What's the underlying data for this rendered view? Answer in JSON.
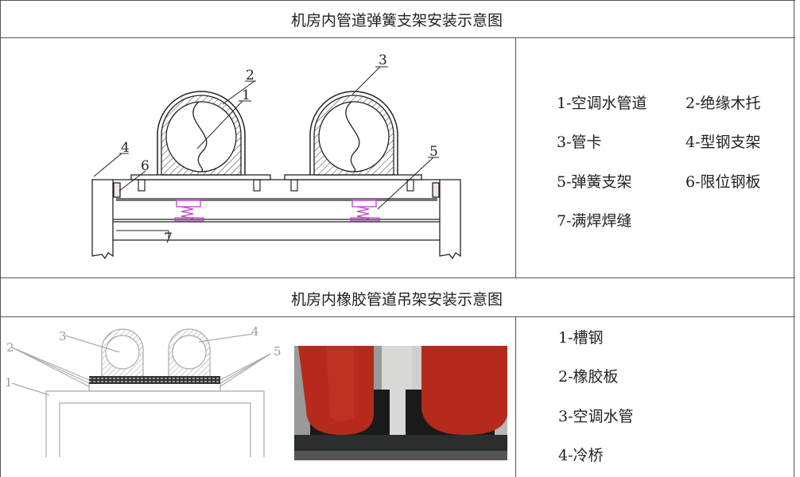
{
  "section1": {
    "title": "机房内管道弹簧支架安装示意图",
    "callouts": [
      "1",
      "2",
      "3",
      "4",
      "5",
      "6",
      "7"
    ],
    "legend": [
      "1-空调水管道",
      "2-绝缘木托",
      "3-管卡",
      "4-型钢支架",
      "5-弹簧支架",
      "6-限位钢板",
      "7-满焊焊缝"
    ]
  },
  "section2": {
    "title": "机房内橡胶管道吊架安装示意图",
    "callouts": [
      "1",
      "2",
      "3",
      "4",
      "5"
    ],
    "legend": [
      "1-槽钢",
      "2-橡胶板",
      "3-空调水管",
      "4-冷桥"
    ]
  }
}
